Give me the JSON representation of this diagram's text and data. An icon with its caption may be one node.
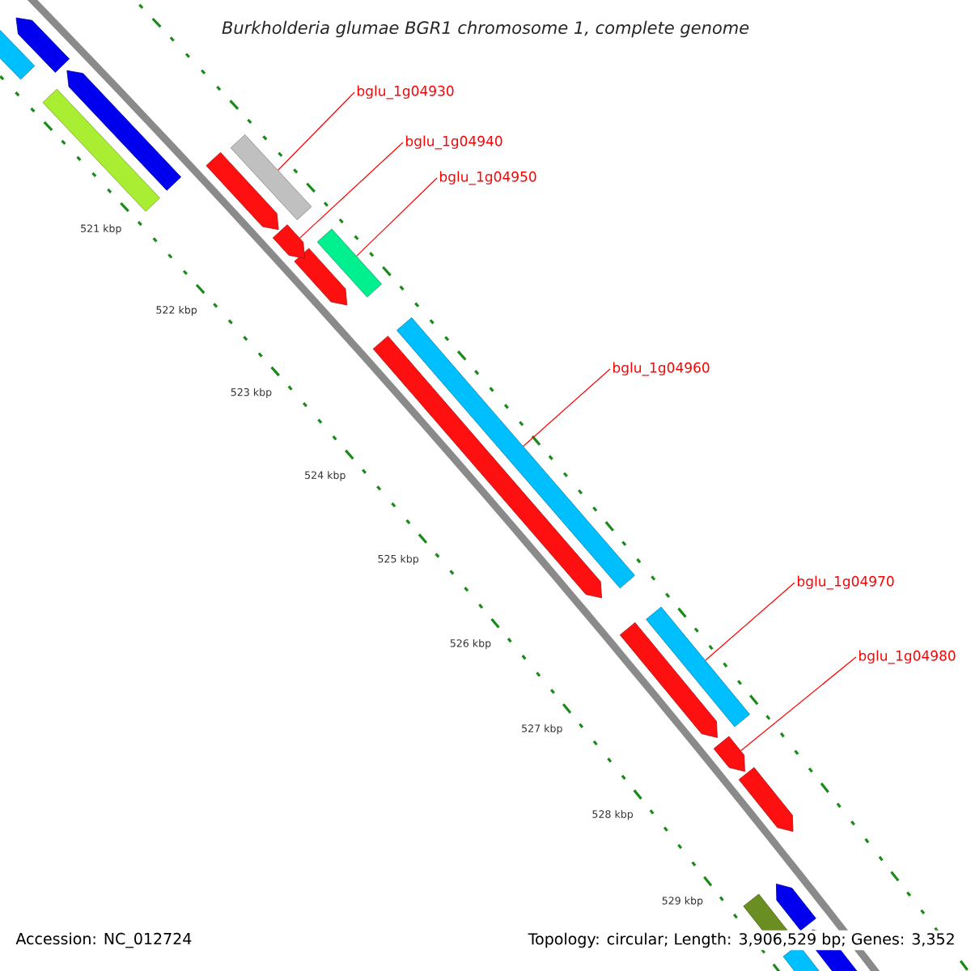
{
  "diagram": {
    "title": "Burkholderia glumae BGR1 chromosome 1, complete genome",
    "nodes": [
      {
        "text": [
          "bglu_1g04930"
        ]
      },
      {
        "text": [
          "bglu_1g04940"
        ]
      },
      {
        "text": [
          "bglu_1g04950"
        ]
      },
      {
        "text": [
          "bglu_1g04960"
        ]
      },
      {
        "text": [
          "bglu_1g04970"
        ]
      },
      {
        "text": [
          "bglu_1g04980"
        ]
      },
      {
        "text": [],
        "shape": "bar"
      },
      {
        "text": [],
        "shape": "arrow"
      },
      {
        "text": [],
        "shape": "bar"
      },
      {
        "text": [],
        "shape": "bar"
      },
      {
        "text": [],
        "shape": "bar"
      },
      {
        "text": [],
        "shape": "arrow"
      },
      {
        "text": [],
        "shape": "arrow"
      },
      {
        "text": [],
        "shape": "bar"
      }
    ],
    "edges": [
      {
        "from": 0,
        "to": 6,
        "arrow": "none"
      },
      {
        "from": 1,
        "to": 7,
        "arrow": "none"
      },
      {
        "from": 2,
        "to": 8,
        "arrow": "none"
      },
      {
        "from": 3,
        "to": 9,
        "arrow": "none"
      },
      {
        "from": 4,
        "to": 10,
        "arrow": "none"
      },
      {
        "from": 5,
        "to": 11,
        "arrow": "none"
      }
    ],
    "labels": [
      "521 kbp",
      "522 kbp",
      "523 kbp",
      "524 kbp",
      "525 kbp",
      "526 kbp",
      "527 kbp",
      "528 kbp",
      "529 kbp",
      "Accession: NC_012724",
      "Topology: circular; Length: 3,906,529 bp; Genes: 3,352"
    ]
  }
}
